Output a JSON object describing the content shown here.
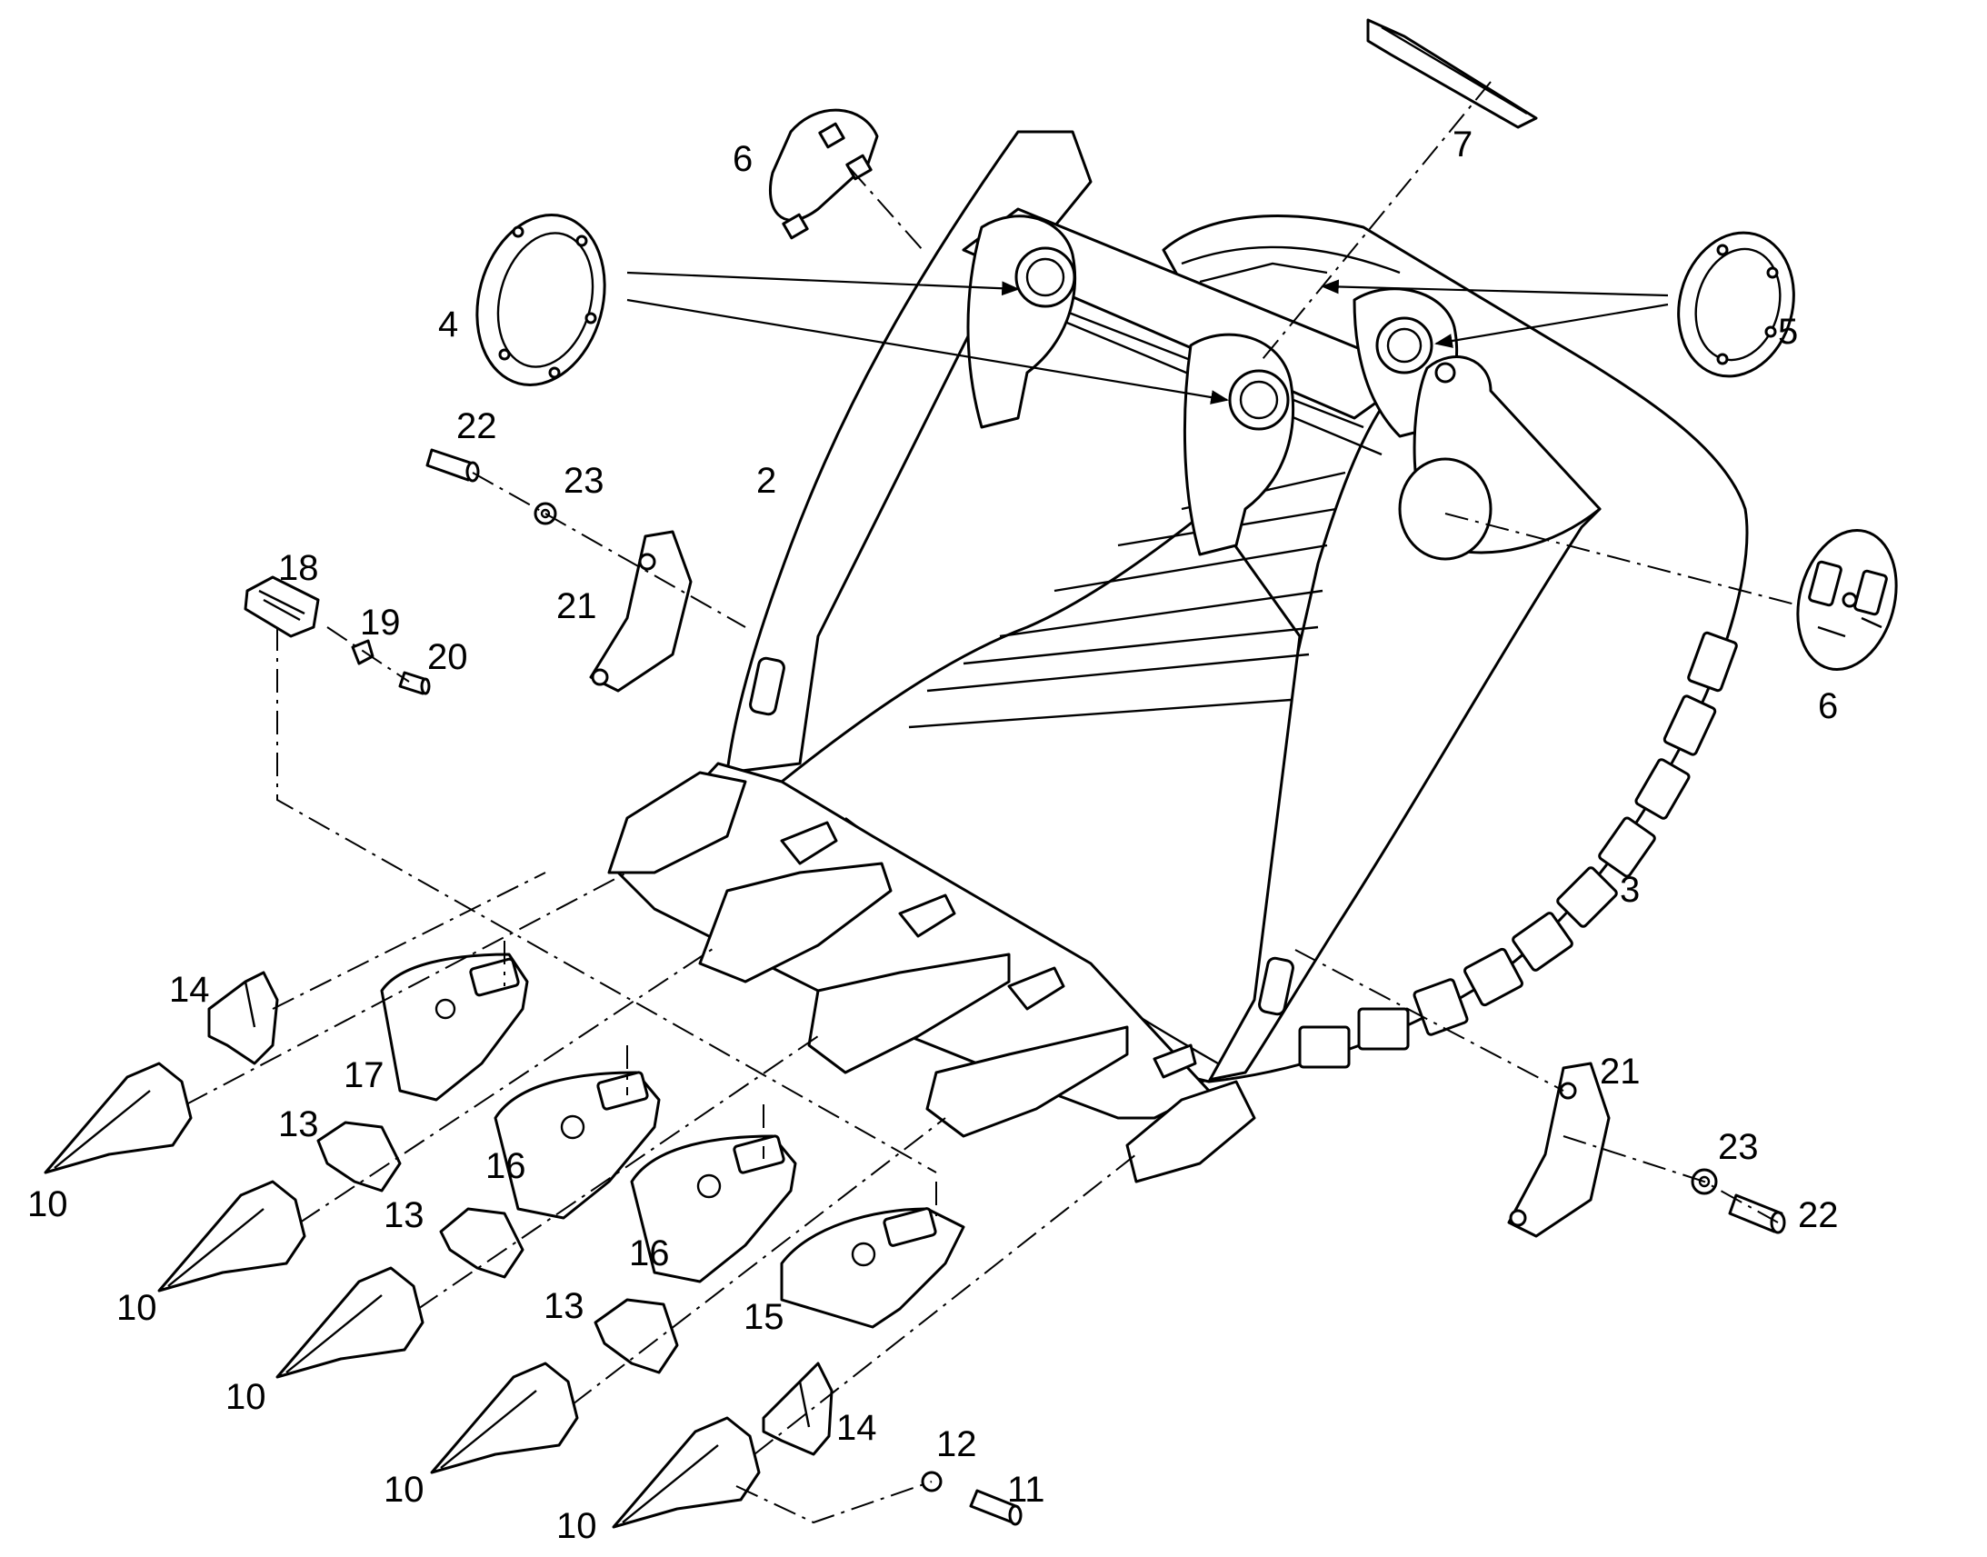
{
  "callouts": {
    "c2": "2",
    "c3": "3",
    "c4": "4",
    "c5": "5",
    "c6a": "6",
    "c6b": "6",
    "c7": "7",
    "c10a": "10",
    "c10b": "10",
    "c10c": "10",
    "c10d": "10",
    "c10e": "10",
    "c11": "11",
    "c12": "12",
    "c13a": "13",
    "c13b": "13",
    "c13c": "13",
    "c14a": "14",
    "c14b": "14",
    "c15": "15",
    "c16a": "16",
    "c16b": "16",
    "c17": "17",
    "c18": "18",
    "c19": "19",
    "c20": "20",
    "c21a": "21",
    "c21b": "21",
    "c22a": "22",
    "c22b": "22",
    "c23a": "23",
    "c23b": "23"
  },
  "colors": {
    "line": "#000000",
    "background": "#ffffff"
  }
}
